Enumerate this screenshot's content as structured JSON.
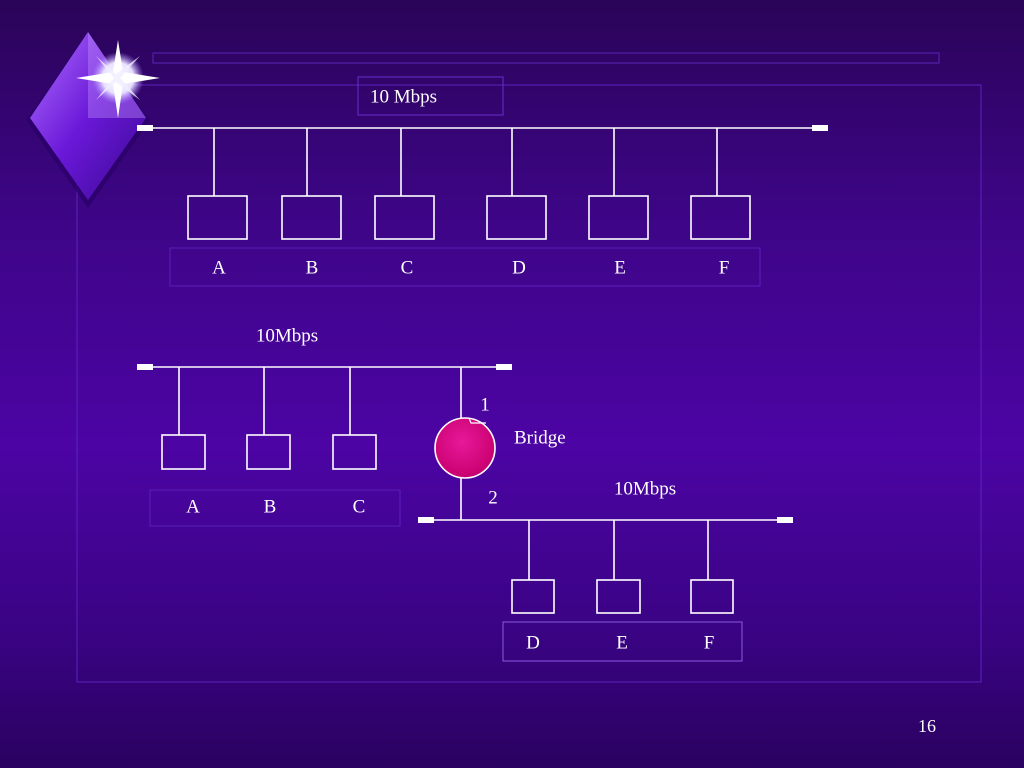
{
  "slide": {
    "page_number": "16",
    "colors": {
      "background": "#4c04a4",
      "wire": "#ffffff",
      "bridge_fill": "#d0007a",
      "frame_border": "#6a2fd0"
    },
    "logo": {
      "icon": "diamond-star-logo-icon"
    }
  },
  "top_network": {
    "speed_label": "10 Mbps",
    "stations": [
      "A",
      "B",
      "C",
      "D",
      "E",
      "F"
    ]
  },
  "bottom_network": {
    "segment1": {
      "speed_label": "10Mbps",
      "stations": [
        "A",
        "B",
        "C"
      ]
    },
    "bridge": {
      "label": "Bridge",
      "port1_label": "1",
      "port2_label": "2"
    },
    "segment2": {
      "speed_label": "10Mbps",
      "stations": [
        "D",
        "E",
        "F"
      ]
    }
  }
}
